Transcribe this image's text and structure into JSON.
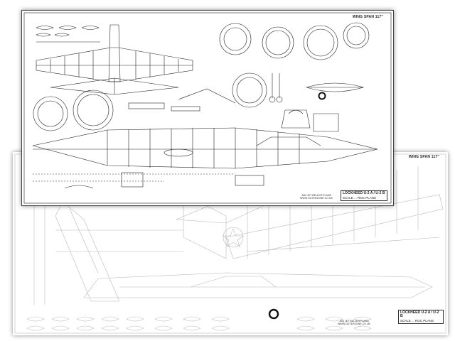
{
  "colors": {
    "ink_dark": "#222222",
    "ink_faint": "#b8b8b8",
    "paper": "#ffffff"
  },
  "front_sheet": {
    "wing_span_label": "WING SPAN 117\"",
    "title": "LOCKHEED U-2 A / U-2 B",
    "subtitle": "SCALE ... ROC PLANS",
    "credit_line1": "JAN JET BELLER PLANS",
    "credit_line2": "WWW.OUTERZONE.CO.UK"
  },
  "back_sheet": {
    "wing_span_label": "WING SPAN 117\"",
    "title": "LOCKHEED U-2 A / U-2 B",
    "subtitle": "SCALE ... ROC PLANS",
    "credit_line1": "JAN JET BELLER PLANS",
    "credit_line2": "WWW.OUTERZONE.CO.UK"
  }
}
